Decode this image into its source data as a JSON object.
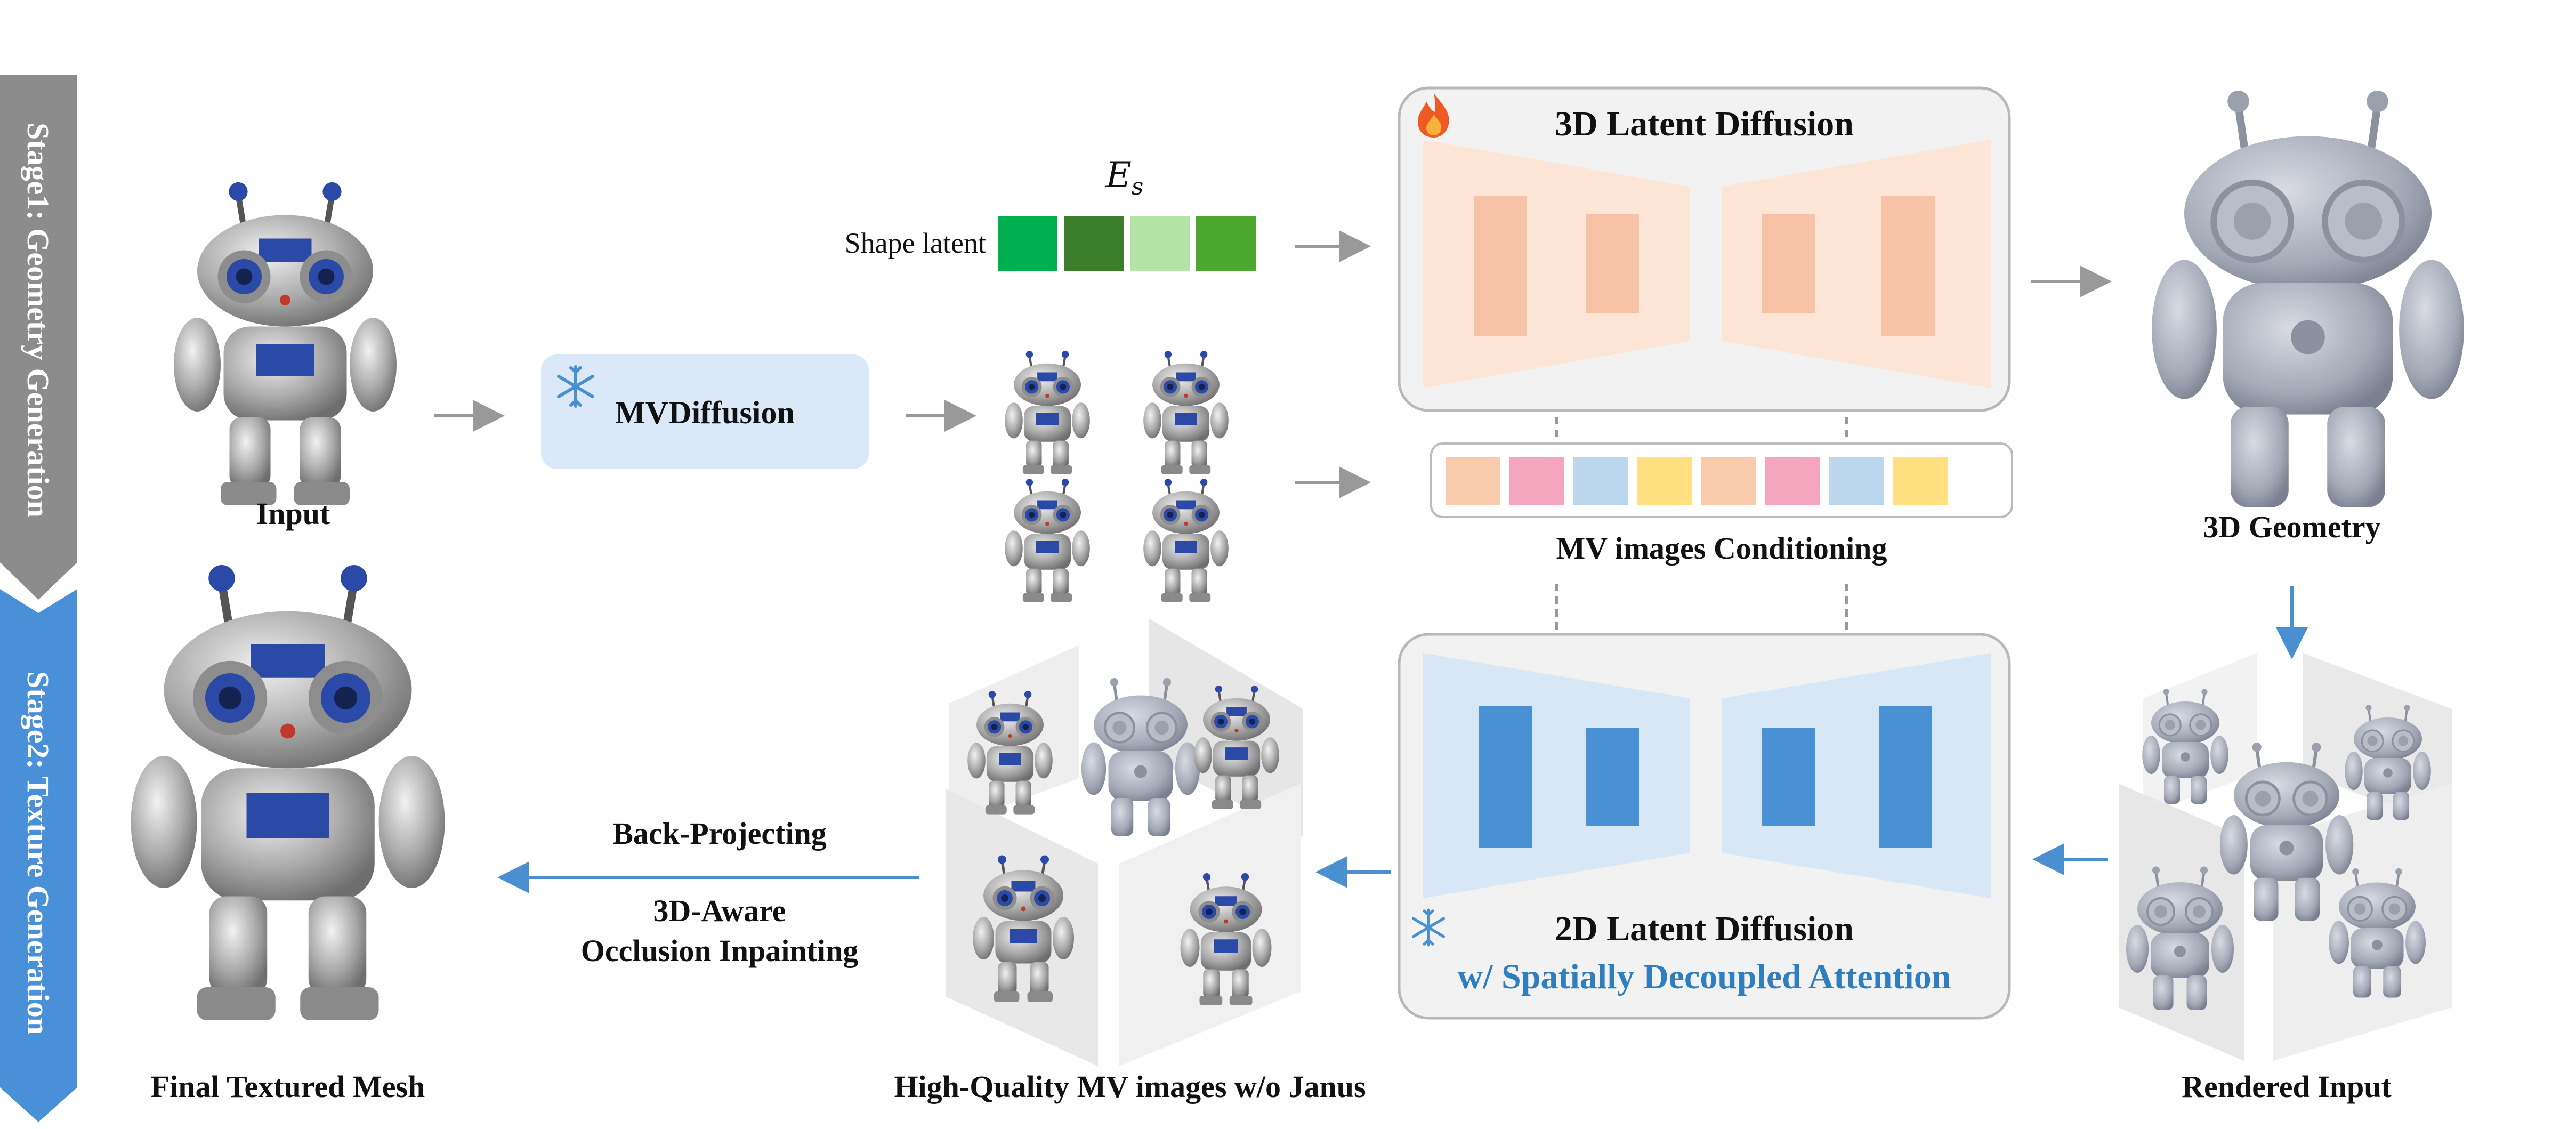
{
  "stages": {
    "stage1": "Stage1: Geometry Generation",
    "stage2": "Stage2: Texture Generation"
  },
  "input": {
    "label": "Input"
  },
  "mvdiffusion": {
    "label": "MVDiffusion",
    "icon": "snowflake-icon"
  },
  "shape_latent": {
    "label": "Shape latent",
    "symbol": "E",
    "subscript": "s",
    "colors": [
      "#00b050",
      "#3a7d2a",
      "#b4e3a6",
      "#4ea72e"
    ]
  },
  "latent3d": {
    "title": "3D Latent Diffusion",
    "icon": "fire-icon"
  },
  "mv_conditioning": {
    "label": "MV images Conditioning",
    "colors": [
      "#f8cbad",
      "#f4a6bf",
      "#bcd6ee",
      "#ffe080",
      "#f8cbad",
      "#f4a6bf",
      "#bcd6ee",
      "#ffe080"
    ]
  },
  "geometry": {
    "label": "3D Geometry"
  },
  "latent2d": {
    "title": "2D Latent Diffusion",
    "subtitle": "w/ Spatially Decoupled Attention",
    "icon": "snowflake-icon"
  },
  "rendered": {
    "label": "Rendered Input"
  },
  "hq_mv": {
    "label": "High-Quality MV images w/o Janus"
  },
  "back_projecting": {
    "label": "Back-Projecting"
  },
  "occlusion": {
    "line1": "3D-Aware",
    "line2": "Occlusion Inpainting"
  },
  "final_mesh": {
    "label": "Final Textured Mesh"
  },
  "colors": {
    "stage1_banner": "#8c8c8c",
    "stage2_banner": "#4a90d9",
    "arrow_gray": "#999999",
    "arrow_blue": "#4a8fd0",
    "unet_orange_outer": "#fde6d6",
    "unet_orange_inner": "#f6c3a6",
    "unet_blue_outer": "#d7e7f6",
    "unet_blue_inner": "#4a90d4",
    "mvdiffusion_box": "#dbe8f7"
  }
}
